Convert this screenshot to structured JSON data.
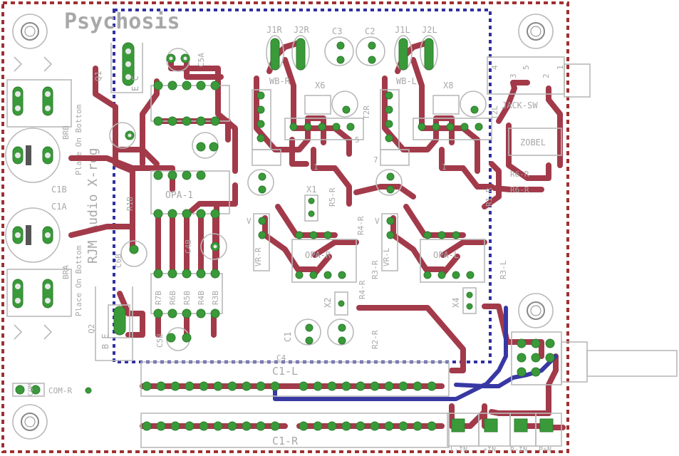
{
  "board": {
    "title": "Psychosis",
    "subtitle": "RJM Audio X-reg",
    "colors": {
      "copper_top": "#a23a4a",
      "copper_bottom": "#3838a4",
      "pads": "#3a9a3a",
      "silkscreen": "#a8a8a8",
      "outline": "#a03030",
      "keepout": "#3030a0"
    }
  },
  "labels": {
    "q1": "Q1",
    "ec": "E C",
    "c5a": "C5A",
    "c5b": "C5B",
    "c3": "C3",
    "c2": "C2",
    "c1": "C1",
    "c4": "C4",
    "c4b": "C4B",
    "c6b": "C6B",
    "c1a": "C1A",
    "c1b": "C1B",
    "bra": "BRA",
    "brb": "BRB",
    "place_bottom_1": "Place On Bottom",
    "place_bottom_2": "Place On Bottom",
    "opa1": "OPA-1",
    "opar": "OPA-R",
    "opal": "OPA-L",
    "j1r": "J1R",
    "j2r": "J2R",
    "j1l": "J1L",
    "j2l": "J2L",
    "x6": "X6",
    "x8": "X8",
    "x1": "X1",
    "x2": "X2",
    "x4": "X4",
    "wbr": "WB-R",
    "wbl": "WB-L",
    "t2r": "T2R",
    "t2l": "T2L",
    "jack": "JACK-SW",
    "zobel": "ZOBEL",
    "r6r": "R6-R",
    "r6rb": "R6-R",
    "r5r": "R5-R",
    "r4r": "R4-R",
    "r4lr": "R4-R",
    "r3r": "R3-R",
    "r3l": "R3-L",
    "r2r": "R2-R",
    "r1r": "R1-R",
    "vrr": "VR-R",
    "vrl": "VR-L",
    "q2": "Q2",
    "be": "B E",
    "r7b": "R7B",
    "r6b": "R6B",
    "r5b": "R5B",
    "r4b": "R4B",
    "r3b": "R3B",
    "r1b": "R1B",
    "c1l": "C1-L",
    "c1r": "C1-R",
    "comr": "COM-R",
    "com": "COM",
    "lin": "L-IN",
    "gin": "+IN",
    "rin": "R-IN",
    "pin": "P+N",
    "jack_pins": [
      "4",
      "3",
      "5",
      "2",
      "1"
    ],
    "one_a": "1",
    "one_b": "1",
    "five": "5",
    "seven": "7",
    "v1": "V",
    "v2": "V"
  }
}
